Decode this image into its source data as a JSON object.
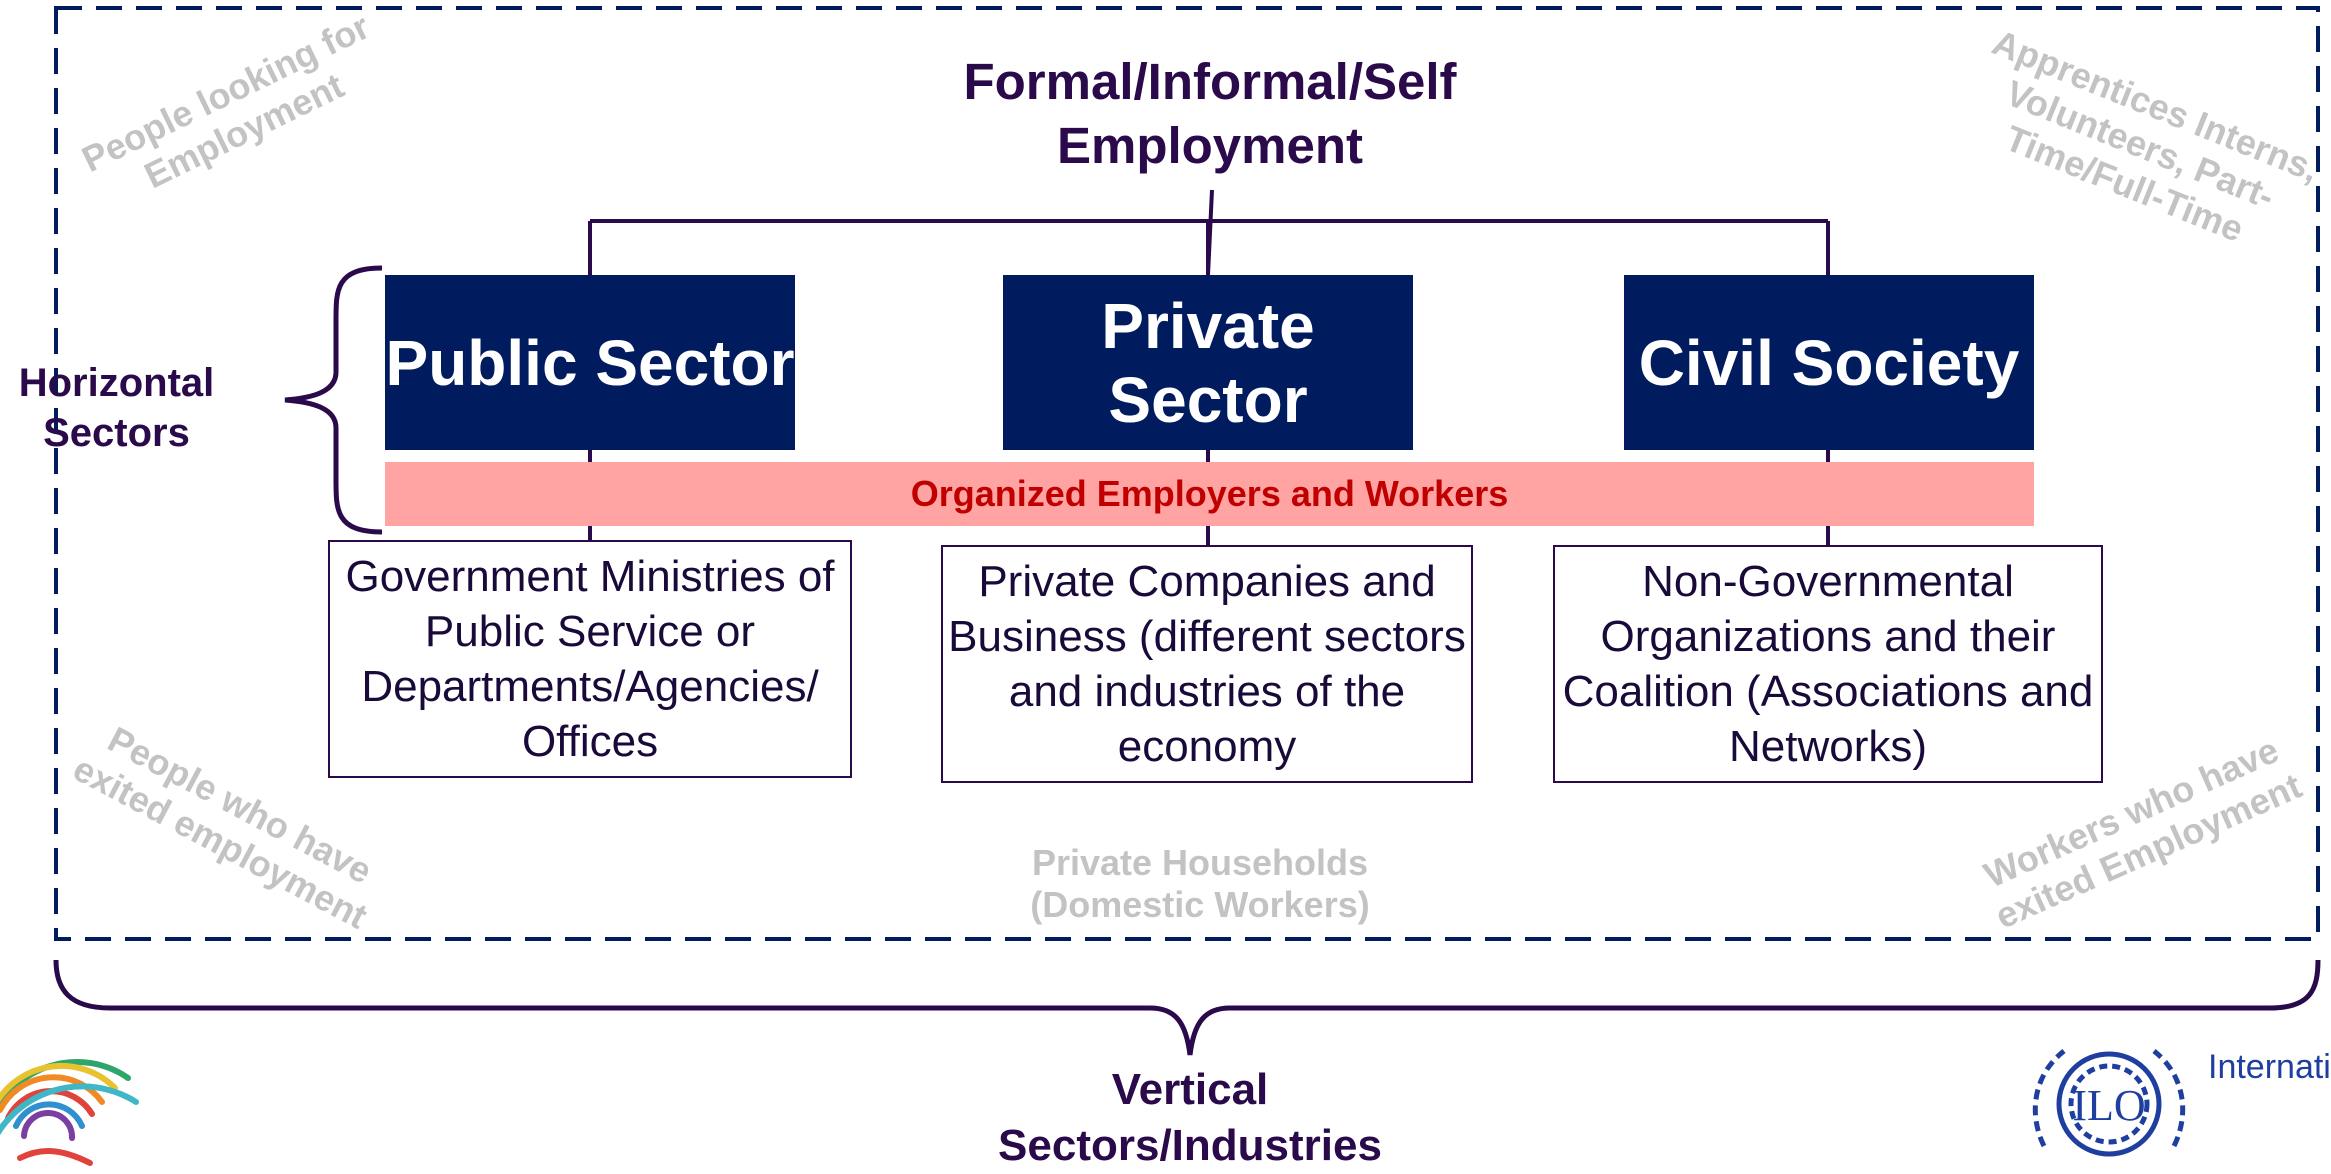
{
  "title": "Formal/Informal/Self Employment",
  "sectors": [
    {
      "label": "Public Sector",
      "description": "Government Ministries of Public Service or Departments/Agencies/ Offices"
    },
    {
      "label": "Private Sector",
      "description": "Private Companies and Business (different sectors and industries of the economy"
    },
    {
      "label": "Civil Society",
      "description": "Non-Governmental Organizations and their Coalition (Associations and Networks)"
    }
  ],
  "band": "Organized Employers and Workers",
  "horizontal_label": "Horizontal Sectors",
  "vertical_label": "Vertical Sectors/Industries",
  "corners": {
    "top_left": "People looking for Employment",
    "top_right": "Apprentices Interns, Volunteers, Part-Time/Full-Time",
    "bottom_left": "People who have exited employment",
    "bottom_right": "Workers who have exited Employment",
    "bottom_center": "Private Households (Domestic Workers)"
  },
  "ilo_logo": {
    "emblem": "ILO",
    "name": "International Labour Organization"
  },
  "colors": {
    "sector_fill": "#001b5e",
    "band_fill": "#ffa3a3",
    "band_text": "#c00000",
    "line": "#2a0a4a",
    "ghost_text": "#c3c3c3"
  }
}
